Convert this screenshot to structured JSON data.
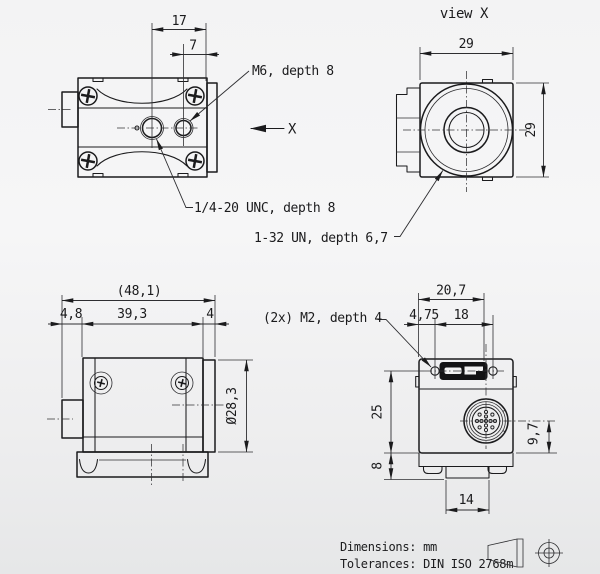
{
  "colors": {
    "line": "#1b1b1d",
    "background_top": "#f3f3f4",
    "background_bottom": "#e6e7e8",
    "usb_connector_fill": "#131315"
  },
  "bottom_view": {
    "dim_17": "17",
    "dim_7": "7",
    "label_m6": "M6, depth 8",
    "label_unc": "1/4-20 UNC, depth 8",
    "view_arrow_label": "X"
  },
  "front_view": {
    "title": "view X",
    "dim_width": "29",
    "dim_height": "29",
    "label_thread": "1-32 UN, depth 6,7"
  },
  "side_view": {
    "dim_total": "(48,1)",
    "dim_rear": "4,8",
    "dim_body": "39,3",
    "dim_flange": "4",
    "dim_diameter": "Ø28,3"
  },
  "rear_view": {
    "label_m2": "(2x) M2, depth 4",
    "dim_top": "20,7",
    "dim_m2_offset": "4,75",
    "dim_m2_pitch": "18",
    "dim_height": "25",
    "dim_foot": "8",
    "dim_connector": "9,7",
    "dim_tab": "14"
  },
  "footer": {
    "dimensions_note": "Dimensions: mm",
    "tolerances_note": "Tolerances: DIN ISO 2768m"
  }
}
